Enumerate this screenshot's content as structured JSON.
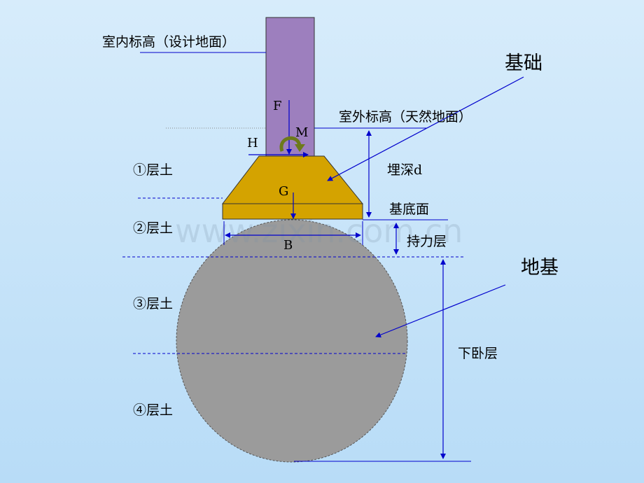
{
  "labels": {
    "indoor_level": "室内标高（设计地面）",
    "outdoor_level": "室外标高（天然地面）",
    "foundation": "基础",
    "ground_base": "地基",
    "burial_depth": "埋深d",
    "base_surface": "基底面",
    "bearing_layer": "持力层",
    "underlying_layer": "下卧层",
    "layer1": "①层土",
    "layer2": "②层土",
    "layer3": "③层土",
    "layer4": "④层土"
  },
  "symbols": {
    "F": "F",
    "M": "M",
    "H": "H",
    "G": "G",
    "B": "B"
  },
  "watermark": "www.zixin.com.cn",
  "colors": {
    "column": "#9d7fbe",
    "foundation": "#d4a300",
    "soil_bulb": "#9b9b9b",
    "lines": "#0000cc",
    "arrow_moment": "#6d7a1a"
  }
}
